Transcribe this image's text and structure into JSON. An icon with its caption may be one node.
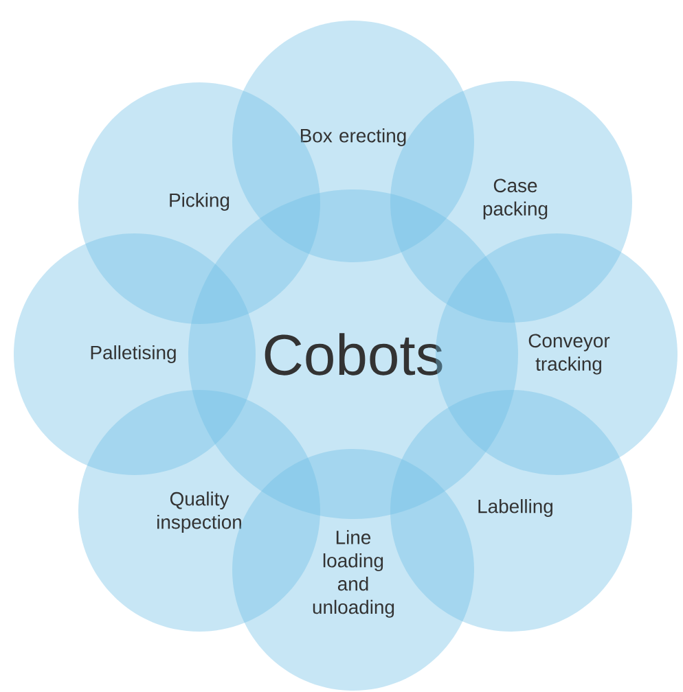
{
  "diagram": {
    "nodes": [
      {
        "text": [
          "Cobots"
        ]
      },
      {
        "text": [
          "Box erecting"
        ]
      },
      {
        "text": [
          "Picking"
        ]
      },
      {
        "text": [
          "Case packing"
        ]
      },
      {
        "text": [
          "Palletising"
        ]
      },
      {
        "text": [
          "Conveyor tracking"
        ]
      },
      {
        "text": [
          "Quality inspection"
        ]
      },
      {
        "text": [
          "Labelling"
        ]
      },
      {
        "text": [
          "Line loading and unloading"
        ]
      }
    ]
  }
}
